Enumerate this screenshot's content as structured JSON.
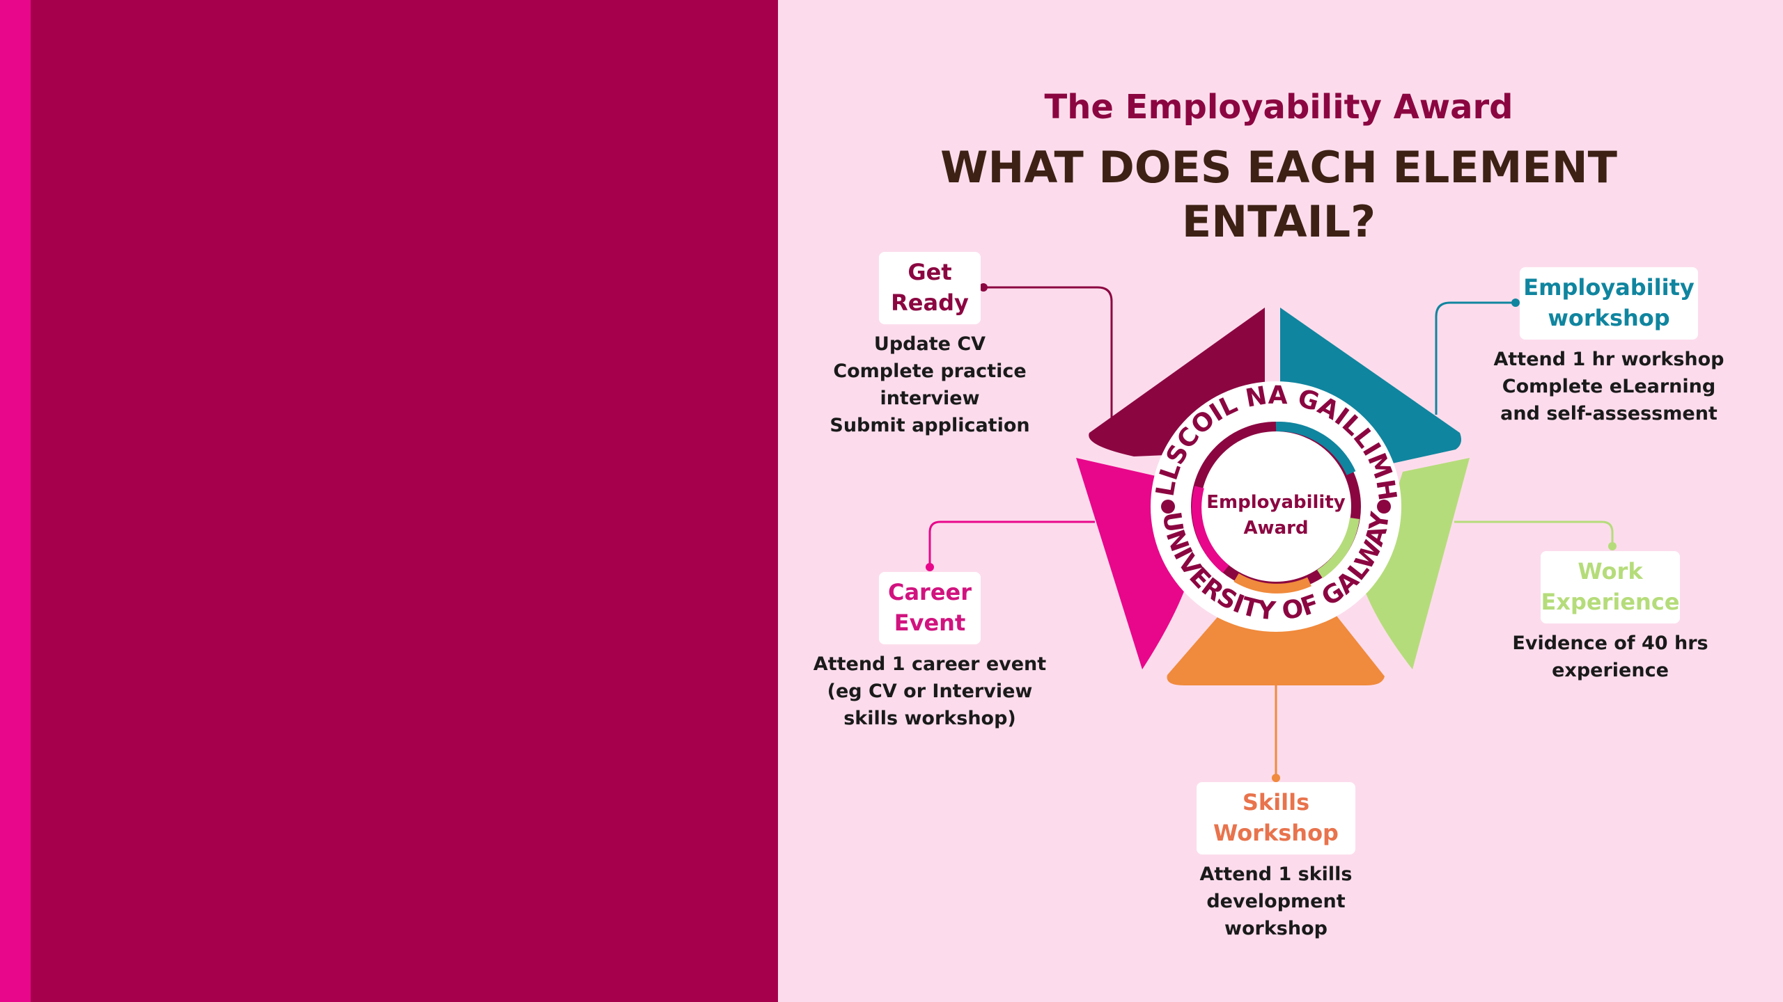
{
  "header": {
    "subtitle": "The Employability Award",
    "title_line1": "WHAT DOES EACH ELEMENT",
    "title_line2": "ENTAIL?"
  },
  "emblem": {
    "center_line1": "Employability",
    "center_line2": "Award",
    "ring_top": "OLLSCOIL NA GAILLIMHE",
    "ring_bottom": "UNIVERSITY OF GALWAY"
  },
  "elements": [
    {
      "id": "get-ready",
      "label": [
        "Get",
        "Ready"
      ],
      "desc": [
        "Update CV",
        "Complete practice",
        "interview",
        "Submit application"
      ],
      "color": "#8b0641"
    },
    {
      "id": "employability-workshop",
      "label": [
        "Employability",
        "workshop"
      ],
      "desc": [
        "Attend 1 hr workshop",
        "Complete eLearning",
        "and self-assessment"
      ],
      "color": "#10859f"
    },
    {
      "id": "career-event",
      "label": [
        "Career",
        "Event"
      ],
      "desc": [
        "Attend 1 career event",
        "(eg CV or Interview",
        "skills workshop)"
      ],
      "color": "#e8078b"
    },
    {
      "id": "work-experience",
      "label": [
        "Work",
        "Experience"
      ],
      "desc": [
        "Evidence of 40 hrs",
        "experience"
      ],
      "color": "#b5dc7a"
    },
    {
      "id": "skills-workshop",
      "label": [
        "Skills",
        "Workshop"
      ],
      "desc": [
        "Attend 1 skills",
        "development",
        "workshop"
      ],
      "color": "#f08a3c"
    }
  ],
  "colors": {
    "background_light": "#fcdcec",
    "background_dark": "#a6004c",
    "strip": "#e8078b",
    "heading_dark": "#3d2114",
    "subtitle": "#8b0641",
    "body_text": "#1a1a1a",
    "skills_label": "#e8734c"
  }
}
